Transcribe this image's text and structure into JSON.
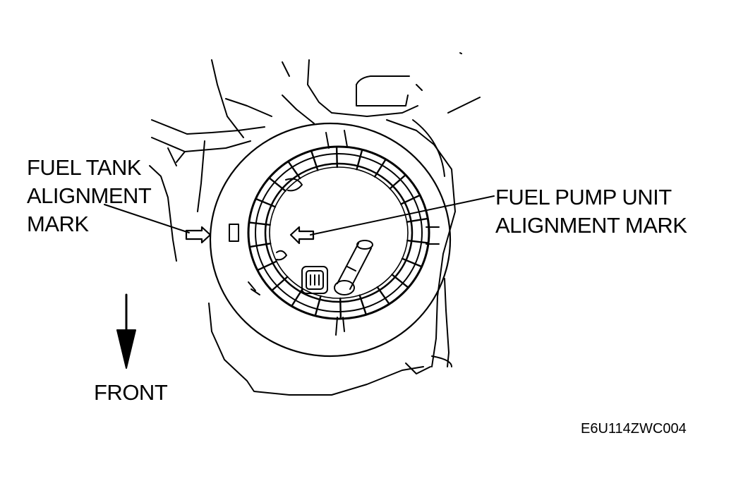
{
  "diagram": {
    "labels": {
      "fuel_tank_mark": [
        "FUEL TANK",
        "ALIGNMENT",
        "MARK"
      ],
      "fuel_pump_mark": [
        "FUEL PUMP UNIT",
        "ALIGNMENT MARK"
      ],
      "front": "FRONT",
      "figure_code": "E6U114ZWC004"
    },
    "colors": {
      "ink": "#000000",
      "paper": "#ffffff"
    }
  }
}
